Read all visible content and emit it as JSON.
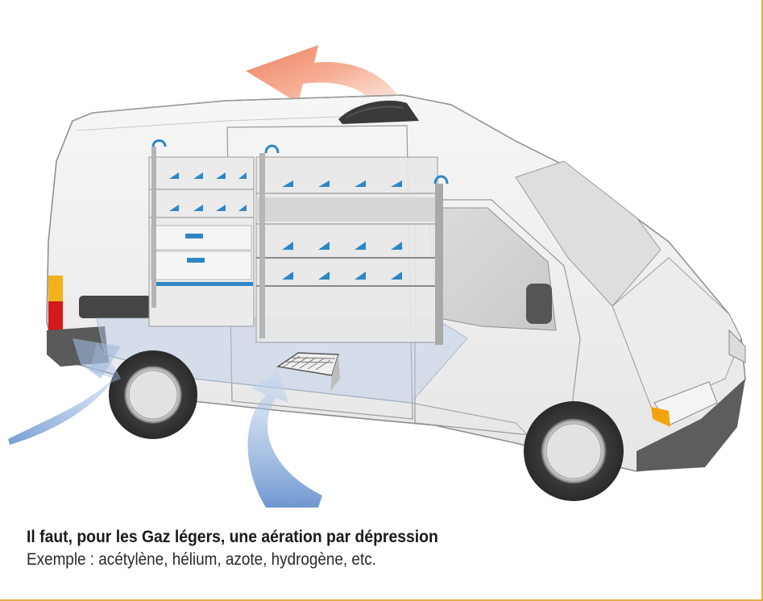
{
  "caption": {
    "title": "Il faut, pour les Gaz légers, une aération par dépression",
    "subtitle": "Exemple : acétylène, hélium, azote, hydrogène, etc."
  },
  "colors": {
    "frame_border": "#e2ad4a",
    "exhaust_arrow": "#f08a6a",
    "intake_arrow": "#6f94cc",
    "shelf_accent": "#2f86c6",
    "van_body": "#f2f2f2"
  },
  "icons": {
    "roof_vent": "roof-extractor-vent",
    "floor_vent": "floor-grille-vent"
  }
}
